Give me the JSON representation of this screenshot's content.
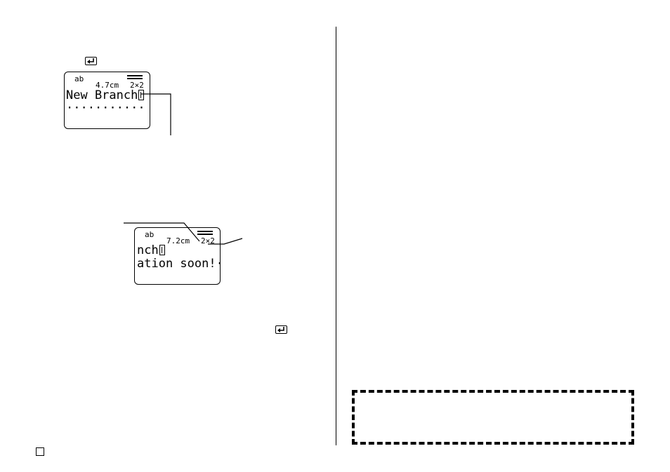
{
  "display1": {
    "mode": "ab",
    "length": "4.7cm",
    "size": "2×2",
    "line1": "New Branch",
    "line2": "···········"
  },
  "display2": {
    "mode": "ab",
    "length": "7.2cm",
    "size": "2×2",
    "line1": "nch",
    "line2": "ation soon!·"
  }
}
